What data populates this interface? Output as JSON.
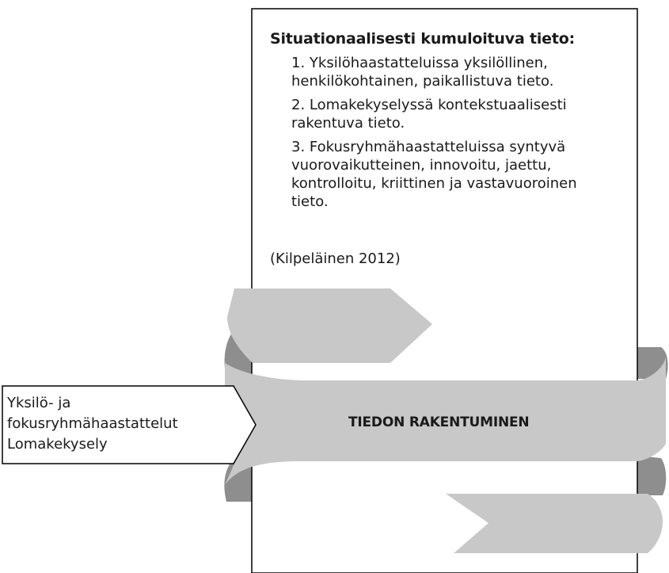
{
  "panel": {
    "heading": "Situationaalisesti kumuloituva tieto:",
    "items": [
      {
        "lines": [
          "1. Yksilöhaastatteluissa yksilöllinen,",
          "henkilökohtainen, paikallistuva tieto."
        ]
      },
      {
        "lines": [
          "2. Lomakekyselyssä kontekstuaalisesti",
          "rakentuva tieto."
        ]
      },
      {
        "lines": [
          "3. Fokusryhmähaastatteluissa syntyvä",
          "vuorovaikutteinen, innovoitu, jaettu,",
          "kontrolloitu, kriittinen ja vastavuoroinen",
          "tieto."
        ]
      }
    ],
    "citation": "(Kilpeläinen 2012)"
  },
  "banner": {
    "label": "TIEDON RAKENTUMINEN"
  },
  "source": {
    "lines": [
      "Yksilö- ja",
      "fokusryhmähaastattelut",
      "Lomakekysely"
    ]
  },
  "colors": {
    "ribbon_front": "#c8c8c8",
    "ribbon_back": "#8e8e8e",
    "outline": "#000000"
  }
}
